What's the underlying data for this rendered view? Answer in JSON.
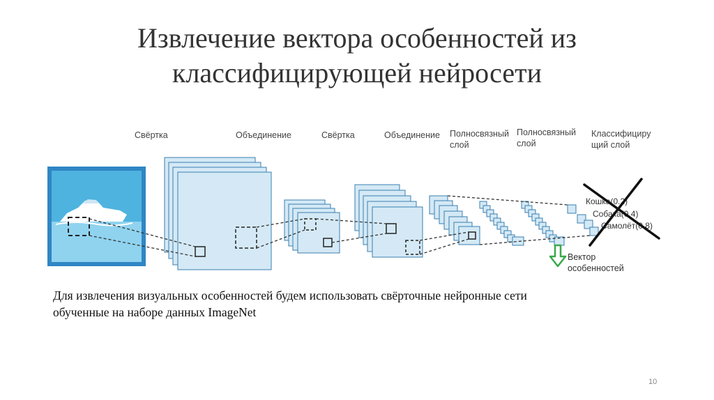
{
  "slide": {
    "title_line1": "Извлечение вектора особенностей из",
    "title_line2": "классифицирующей нейросети",
    "description_line1": "Для извлечения визуальных особенностей будем использовать свёрточные нейронные сети",
    "description_line2": "обученные на наборе данных ImageNet",
    "page_number": "10"
  },
  "diagram": {
    "layers": {
      "conv1": "Свёртка",
      "pool1": "Объединение",
      "conv2": "Свёртка",
      "pool2": "Объединение",
      "fc1_line1": "Полносвязный",
      "fc1_line2": "слой",
      "fc2_line1": "Полносвязный",
      "fc2_line2": "слой",
      "cls_line1": "Классифициру",
      "cls_line2": "щий слой"
    },
    "outputs": {
      "cat": "Кошка(0.2)",
      "dog": "Собака(0.4)",
      "plane": "Самолёт(0.8)"
    },
    "feature_vector_line1": "Вектор",
    "feature_vector_line2": "особенностей",
    "colors": {
      "input_border": "#2f86c4",
      "input_sky": "#4fb3e0",
      "map_fill": "#d4e9f5",
      "map_border": "#3a7fb0",
      "arrow_green": "#3aa84a",
      "cross": "#111111"
    }
  }
}
